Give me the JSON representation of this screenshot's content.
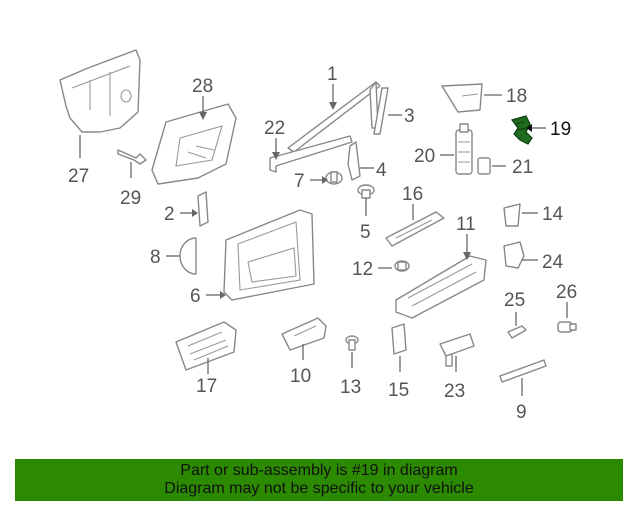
{
  "callouts": {
    "c1": "1",
    "c2": "2",
    "c3": "3",
    "c4": "4",
    "c5": "5",
    "c6": "6",
    "c7": "7",
    "c8": "8",
    "c9": "9",
    "c10": "10",
    "c11": "11",
    "c12": "12",
    "c13": "13",
    "c14": "14",
    "c15": "15",
    "c16": "16",
    "c17": "17",
    "c18": "18",
    "c19": "19",
    "c20": "20",
    "c21": "21",
    "c22": "22",
    "c23": "23",
    "c24": "24",
    "c25": "25",
    "c26": "26",
    "c27": "27",
    "c28": "28",
    "c29": "29"
  },
  "banner": {
    "line1": "Part or sub-assembly is #19 in diagram",
    "line2": "Diagram may not be specific to your vehicle"
  },
  "colors": {
    "highlight": "#1f6b1f",
    "banner": "#2b8a00"
  }
}
